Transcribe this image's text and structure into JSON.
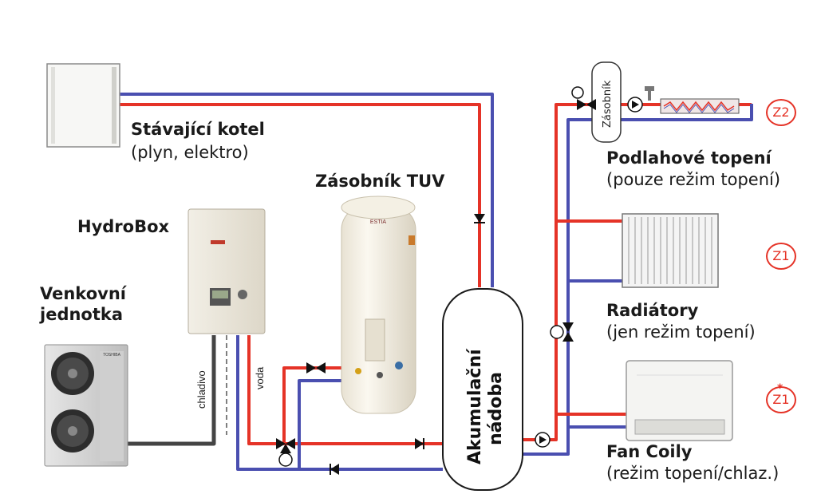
{
  "labels": {
    "existing_boiler_title": "Stávající kotel",
    "existing_boiler_sub": "(plyn, elektro)",
    "dhw_tank": "Zásobník TUV",
    "hydrobox": "HydroBox",
    "outdoor_unit_line1": "Venkovní",
    "outdoor_unit_line2": "jednotka",
    "refrigerant": "chladivo",
    "water": "voda",
    "buffer_line1": "Akumulační",
    "buffer_line2": "nádoba",
    "small_tank": "Zásobník",
    "floor_heating_title": "Podlahové topení",
    "floor_heating_sub": "(pouze režim topení)",
    "radiators_title": "Radiátory",
    "radiators_sub": "(jen režim topení)",
    "fancoil_title": "Fan Coily",
    "fancoil_sub": "(režim topení/chlaz.)",
    "tank_brand": "ESTIA",
    "unit_brand": "TOSHIBA"
  },
  "zones": {
    "z2": "Z2",
    "z1": "Z1",
    "z1_star": "Z1",
    "star": "*"
  },
  "colors": {
    "supply": "#e53327",
    "return": "#4a4fb0",
    "refrigerant_line": "#444444",
    "zone_accent": "#e53327"
  }
}
